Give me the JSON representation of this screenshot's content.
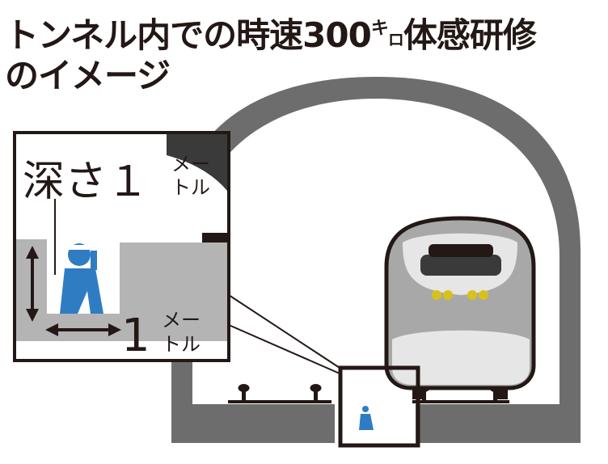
{
  "title": {
    "line1_main": "トンネル内での時速300",
    "line1_unit_ki": "キ",
    "line1_unit_ro": "ロ",
    "line1_tail": "体感研修",
    "line2": "のイメージ"
  },
  "inset": {
    "depth_label_main": "深さ１",
    "depth_label_unit_top": "メー",
    "depth_label_unit_bottom": "トル",
    "width_label_main": "1",
    "width_label_unit_top": "メー",
    "width_label_unit_bottom": "トル"
  },
  "colors": {
    "tunnel": "#6d6d6d",
    "pit": "#b4b4b4",
    "worker": "#2f7cc3",
    "headlight": "#d6c21a",
    "text": "#231815"
  }
}
